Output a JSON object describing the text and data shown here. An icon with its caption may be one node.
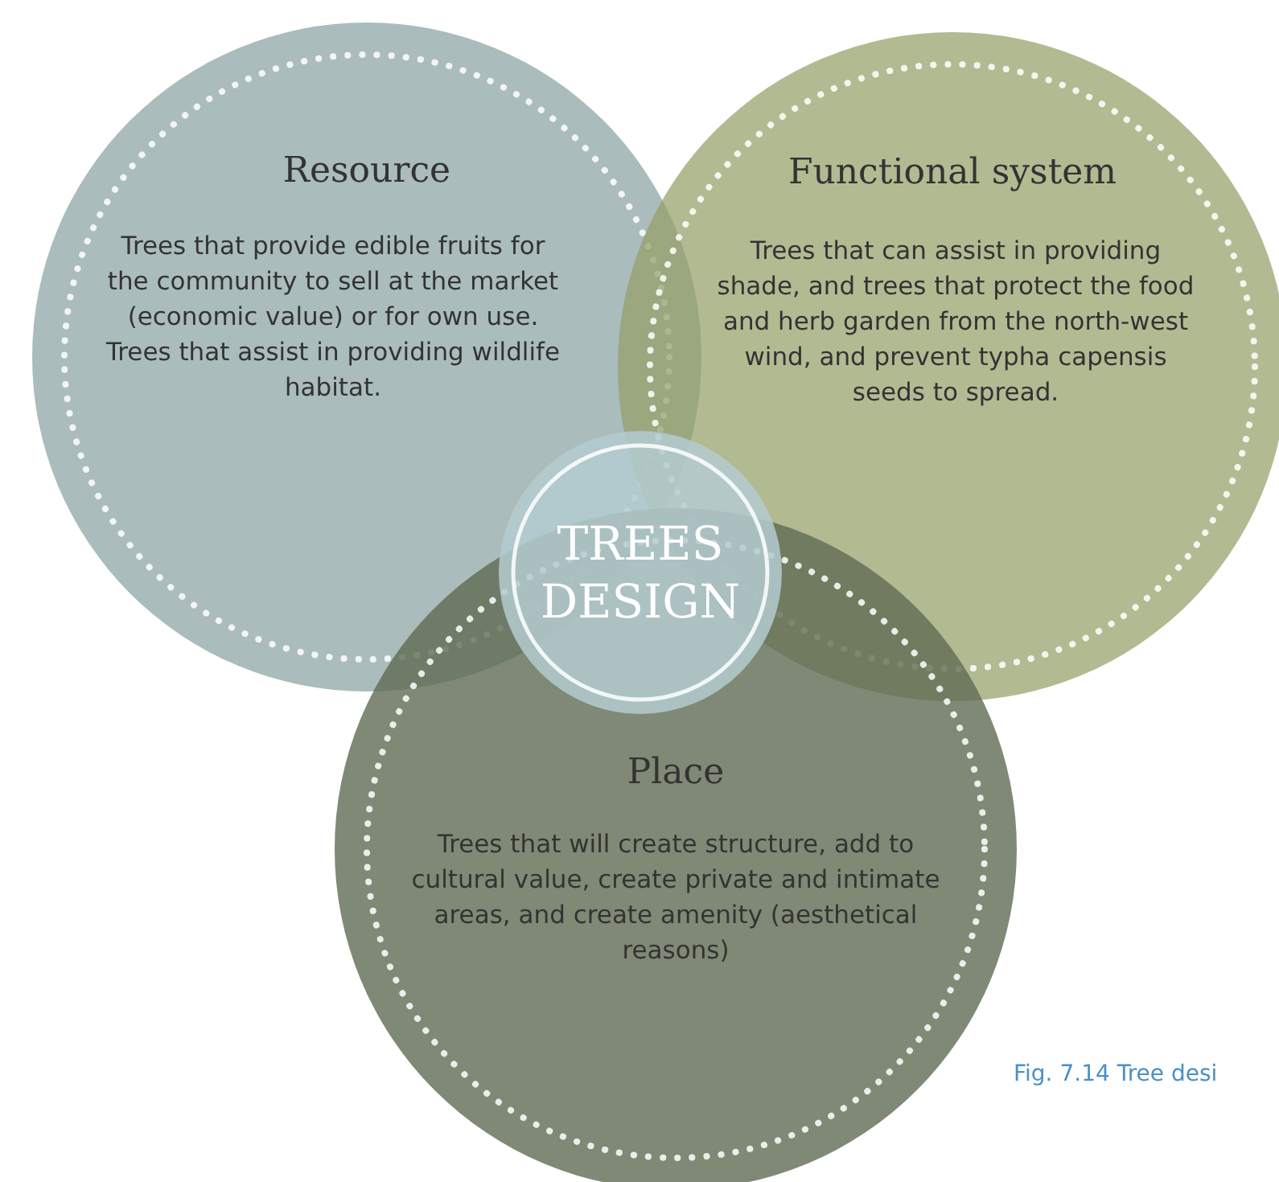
{
  "diagram": {
    "caption": "Fig. 7.14 Tree desi",
    "nodes": [
      {
        "text": [
          "Resource",
          "Trees that provide edible fruits for the community to sell at the market (economic value) or for own use. Trees that assist in providing wildlife habitat."
        ]
      },
      {
        "text": [
          "Functional system",
          "Trees that can assist in providing shade, and trees that protect the food and herb garden from the north-west wind, and prevent typha capensis seeds to spread."
        ]
      },
      {
        "text": [
          "Place",
          "Trees that will create structure, add to cultural value, create private and intimate areas, and create amenity (aesthetical reasons)"
        ]
      },
      {
        "text": [
          "TREES DESIGN"
        ]
      }
    ],
    "edges": []
  }
}
